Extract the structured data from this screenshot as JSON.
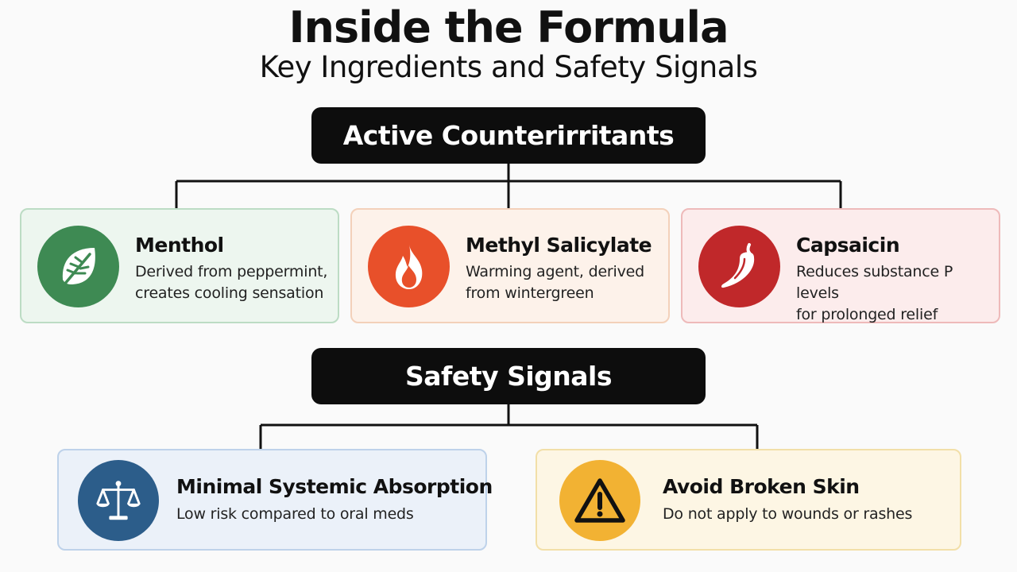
{
  "title": "Inside the Formula",
  "subtitle": "Key Ingredients and Safety Signals",
  "sections": [
    {
      "header": "Active Counterirritants",
      "cards": [
        {
          "title": "Menthol",
          "description": "Derived from peppermint,\ncreates cooling sensation",
          "icon": "leaf-icon",
          "color": "#3e8a53",
          "bg": "#edf6ef",
          "border": "#bcdcc4"
        },
        {
          "title": "Methyl Salicylate",
          "description": "Warming agent, derived\nfrom wintergreen",
          "icon": "flame-icon",
          "color": "#e8502a",
          "bg": "#fdf2ea",
          "border": "#f3d1ba"
        },
        {
          "title": "Capsaicin",
          "description": "Reduces substance P levels\nfor prolonged relief",
          "icon": "chili-pepper-icon",
          "color": "#c0282a",
          "bg": "#fcecec",
          "border": "#eebaba"
        }
      ]
    },
    {
      "header": "Safety Signals",
      "cards": [
        {
          "title": "Minimal Systemic Absorption",
          "description": "Low risk compared to oral meds",
          "icon": "scales-icon",
          "color": "#2c5d8a",
          "bg": "#ebf1f9",
          "border": "#bed2ea"
        },
        {
          "title": "Avoid Broken Skin",
          "description": "Do not apply to wounds or rashes",
          "icon": "warning-icon",
          "color": "#f2b233",
          "bg": "#fdf6e4",
          "border": "#f2dfa8"
        }
      ]
    }
  ]
}
